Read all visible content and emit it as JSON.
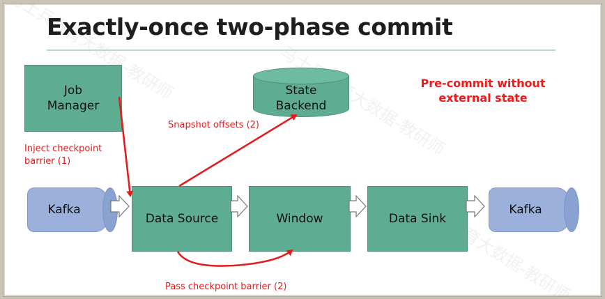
{
  "title": "Exactly-once two-phase commit",
  "nodes": {
    "job_manager": "Job\nManager",
    "state_backend": "State\nBackend",
    "kafka_source": "Kafka",
    "data_source": "Data Source",
    "window": "Window",
    "data_sink": "Data Sink",
    "kafka_sink": "Kafka"
  },
  "labels": {
    "inject": "Inject checkpoint\nbarrier (1)",
    "snapshot": "Snapshot offsets (2)",
    "pass": "Pass checkpoint barrier (2)"
  },
  "note": "Pre-commit without\nexternal state",
  "watermark": "马士兵教育大数据-教研师",
  "colors": {
    "box_green": "#5ead92",
    "kafka_blue": "#9bb1dc",
    "arrow_red": "#e21d1d",
    "note_red": "#f01818"
  }
}
